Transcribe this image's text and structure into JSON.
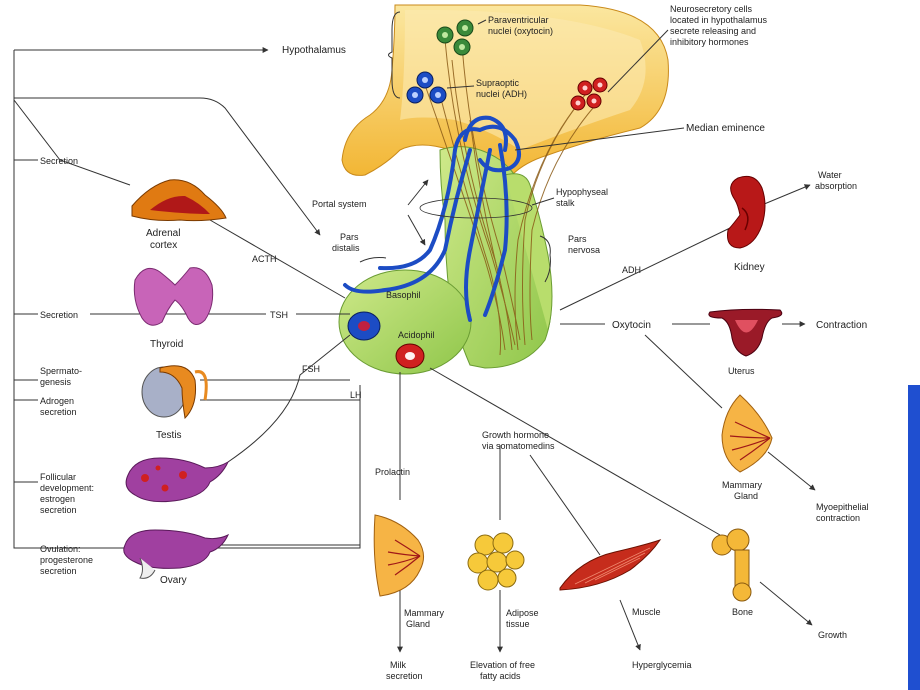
{
  "labels": {
    "hypothalamus": "Hypothalamus",
    "paraventricular_1": "Paraventricular",
    "paraventricular_2": "nuclei (oxytocin)",
    "supraoptic_1": "Supraoptic",
    "supraoptic_2": "nuclei (ADH)",
    "neurosecretory_1": "Neurosecretory cells",
    "neurosecretory_2": "located in hypothalamus",
    "neurosecretory_3": "secrete releasing and",
    "neurosecretory_4": "inhibitory hormones",
    "median_eminence": "Median eminence",
    "portal_system": "Portal system",
    "hypophyseal_1": "Hypophyseal",
    "hypophyseal_2": "stalk",
    "pars_distalis_1": "Pars",
    "pars_distalis_2": "distalis",
    "pars_nervosa_1": "Pars",
    "pars_nervosa_2": "nervosa",
    "basophil": "Basophil",
    "acidophil": "Acidophil",
    "secretion_top": "Secretion",
    "adrenal_1": "Adrenal",
    "adrenal_2": "cortex",
    "acth": "ACTH",
    "tsh": "TSH",
    "secretion_mid": "Secretion",
    "thyroid": "Thyroid",
    "fsh": "FSH",
    "lh": "LH",
    "spermato_1": "Spermato-",
    "spermato_2": "genesis",
    "adrogen_1": "Adrogen",
    "adrogen_2": "secretion",
    "testis": "Testis",
    "follicular_1": "Follicular",
    "follicular_2": "development:",
    "follicular_3": "estrogen",
    "follicular_4": "secretion",
    "ovulation_1": "Ovulation:",
    "ovulation_2": "progesterone",
    "ovulation_3": "secretion",
    "ovary": "Ovary",
    "prolactin": "Prolactin",
    "growth_hormone_1": "Growth hormone",
    "growth_hormone_2": "via somatomedins",
    "mammary_bottom_1": "Mammary",
    "mammary_bottom_2": "Gland",
    "milk_1": "Milk",
    "milk_2": "secretion",
    "adipose_1": "Adipose",
    "adipose_2": "tissue",
    "elevation_1": "Elevation of free",
    "elevation_2": "fatty acids",
    "muscle": "Muscle",
    "hyperglycemia": "Hyperglycemia",
    "bone": "Bone",
    "growth": "Growth",
    "adh": "ADH",
    "kidney": "Kidney",
    "water_1": "Water",
    "water_2": "absorption",
    "oxytocin": "Oxytocin",
    "uterus": "Uterus",
    "contraction": "Contraction",
    "mammary_right_1": "Mammary",
    "mammary_right_2": "Gland",
    "myoepithelial_1": "Myoepithelial",
    "myoepithelial_2": "contraction"
  }
}
